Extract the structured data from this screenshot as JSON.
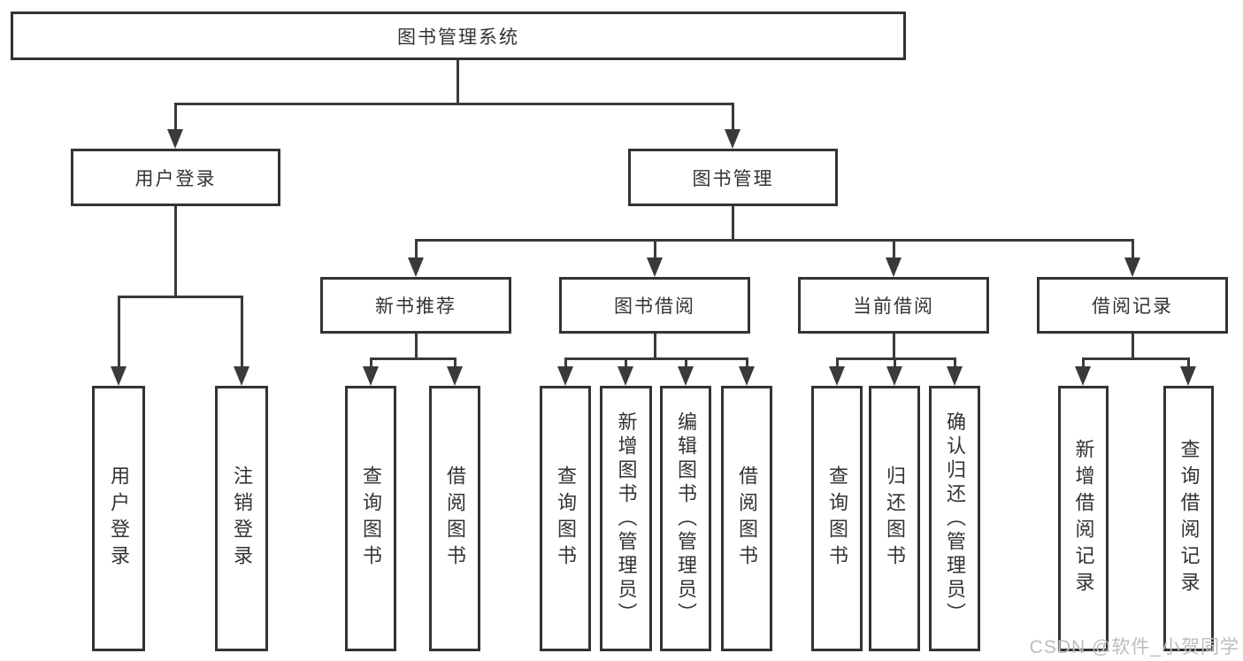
{
  "nodes": {
    "root": "图书管理系统",
    "user_login": "用户登录",
    "book_mgmt": "图书管理",
    "l3": [
      "新书推荐",
      "图书借阅",
      "当前借阅",
      "借阅记录"
    ],
    "leaves_user": [
      "用户登录",
      "注销登录"
    ],
    "leaves_new_book": [
      "查询图书",
      "借阅图书"
    ],
    "leaves_book_borrow": [
      "查询图书",
      "新增图书（管理员）",
      "编辑图书（管理员）",
      "借阅图书"
    ],
    "leaves_current_borrow": [
      "查询图书",
      "归还图书",
      "确认归还（管理员）"
    ],
    "leaves_borrow_record": [
      "新增借阅记录",
      "查询借阅记录"
    ]
  },
  "watermark": "CSDN @软件_小贺同学",
  "colors": {
    "line": "#3a3a3a",
    "text": "#333333",
    "background": "#ffffff",
    "watermark": "#bdbdbd"
  }
}
